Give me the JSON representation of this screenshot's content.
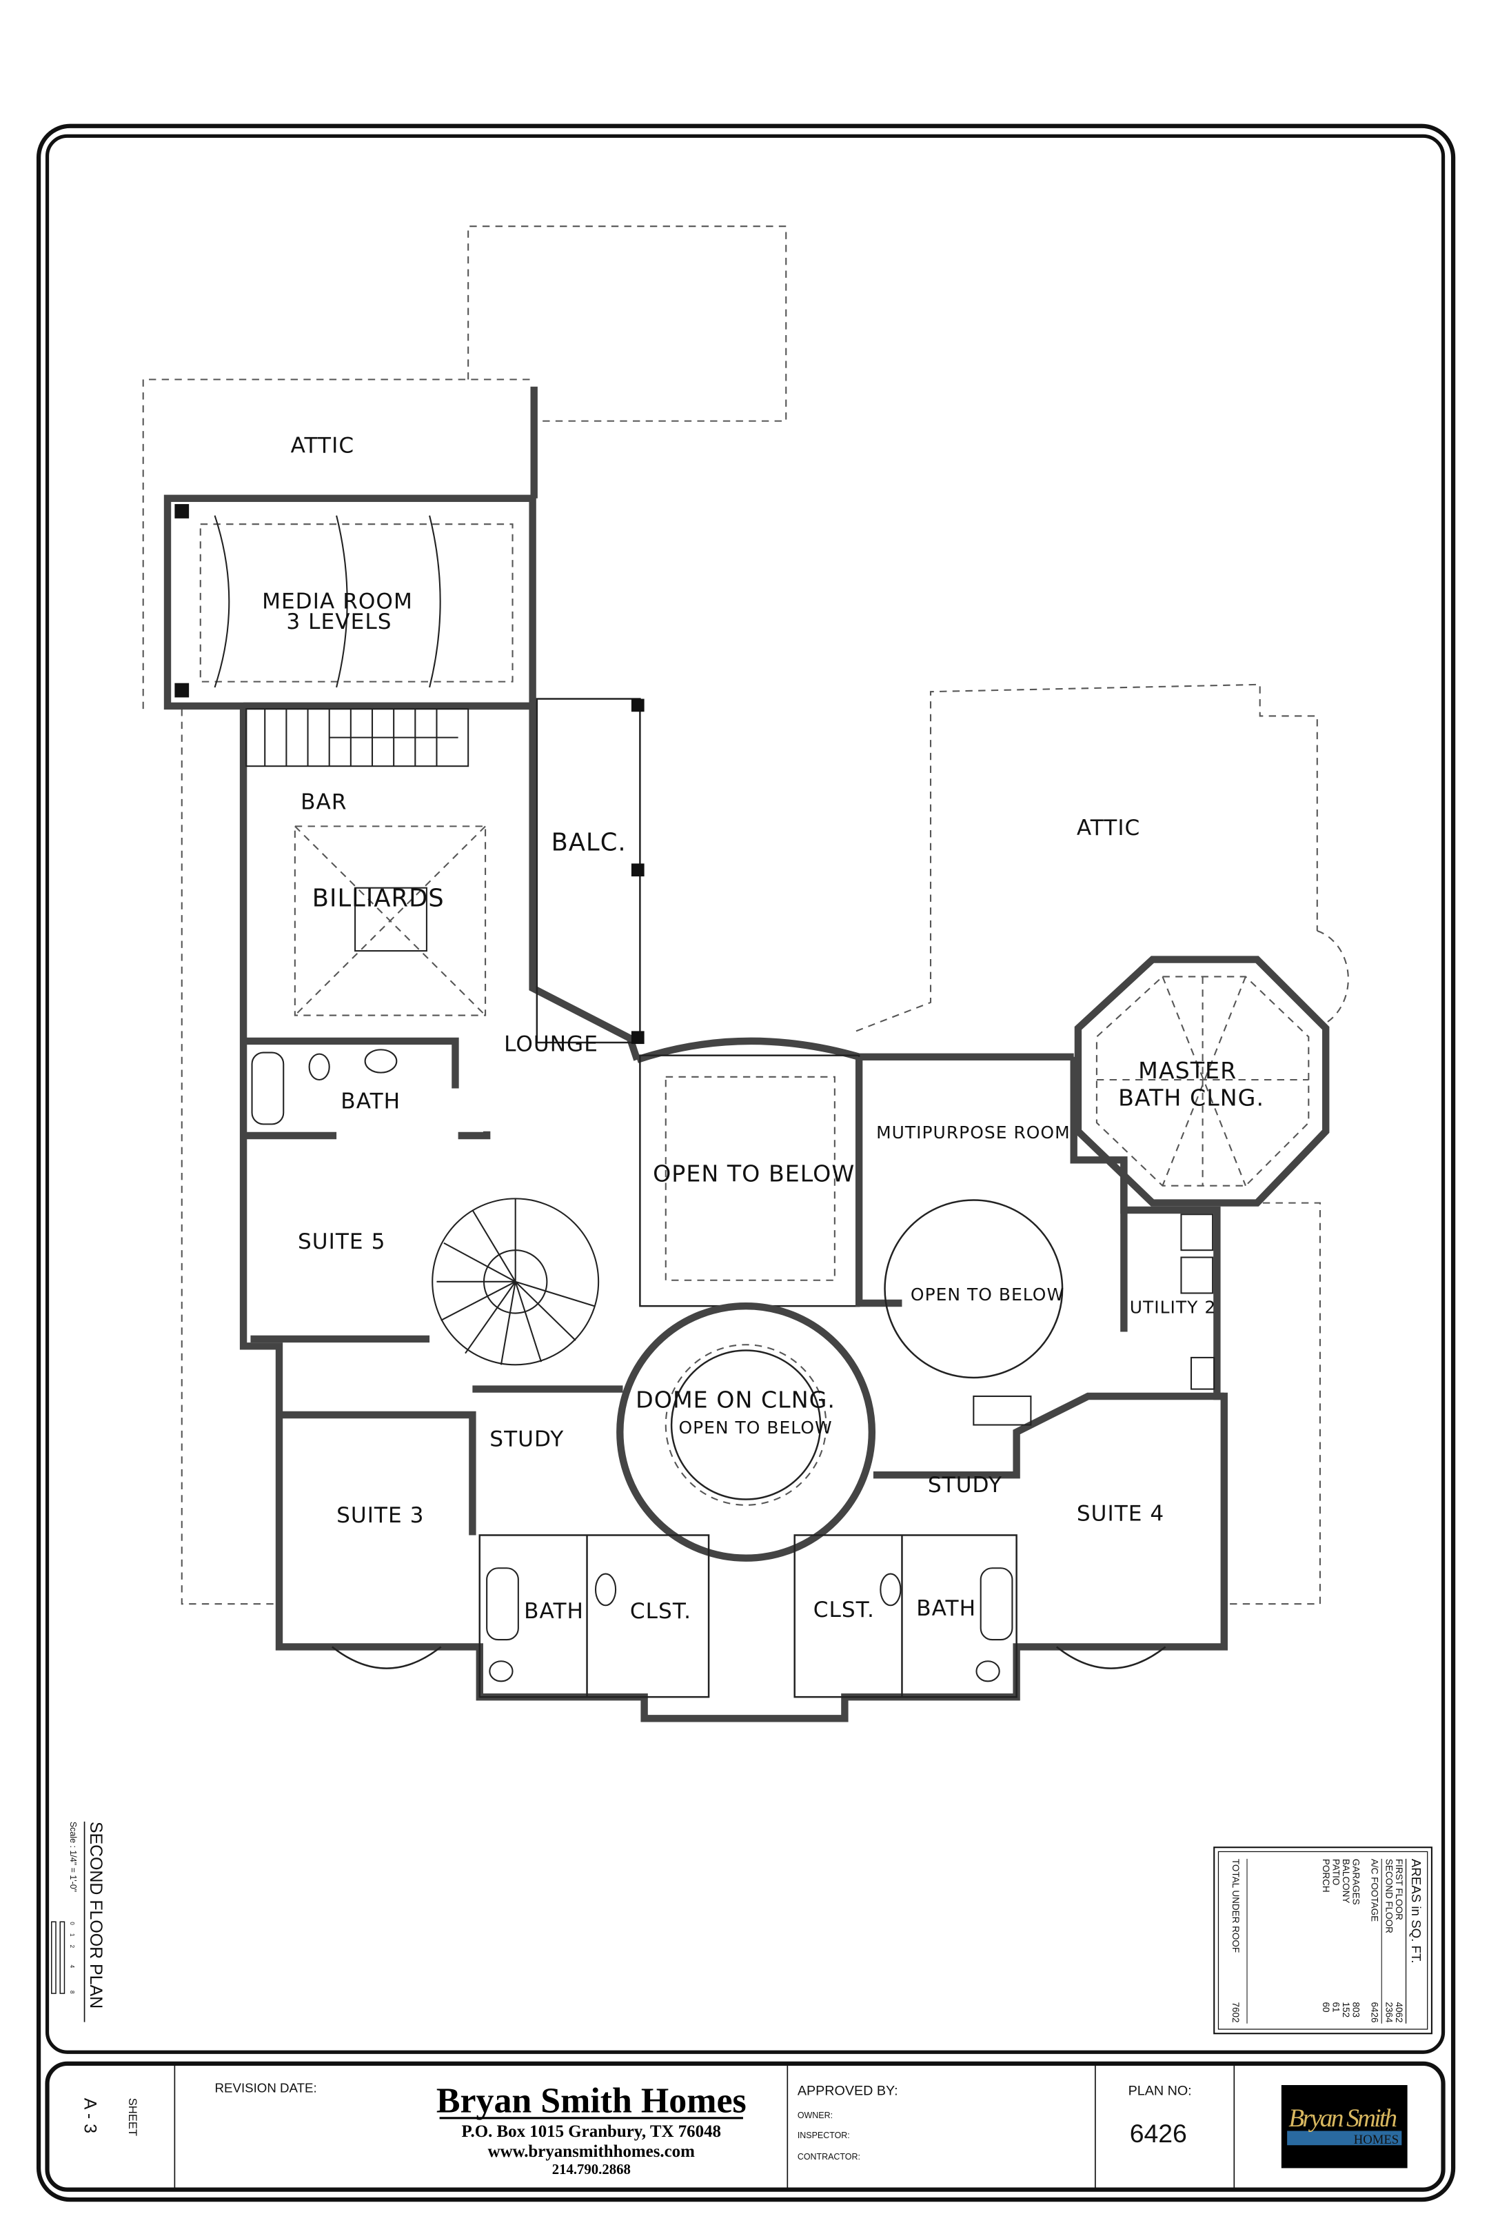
{
  "rooms": {
    "attic_top": "ATTIC",
    "media_room": "MEDIA ROOM",
    "media_levels": "3 LEVELS",
    "bar": "BAR",
    "billiards": "BILLIARDS",
    "balc": "BALC.",
    "lounge": "LOUNGE",
    "attic_right": "ATTIC",
    "master_bath_clng_1": "MASTER",
    "master_bath_clng_2": "BATH CLNG.",
    "multipurpose": "MUTIPURPOSE ROOM",
    "bath_upper": "BATH",
    "open_to_below_rect": "OPEN TO BELOW",
    "open_to_below_circle": "OPEN TO BELOW",
    "suite5": "SUITE 5",
    "utility2": "UTILITY 2",
    "dome": "DOME ON CLNG.",
    "dome_open": "OPEN TO BELOW",
    "study_left": "STUDY",
    "study_right": "STUDY",
    "suite3": "SUITE 3",
    "suite4": "SUITE 4",
    "bath_left": "BATH",
    "clst_left": "CLST.",
    "clst_right": "CLST.",
    "bath_right": "BATH"
  },
  "plan_label": {
    "title": "SECOND FLOOR PLAN",
    "scale": "Scale : 1/4\" = 1'-0\"",
    "scale_ticks": [
      "0",
      "1",
      "2",
      "4",
      "8"
    ]
  },
  "areas": {
    "title": "AREAS in SQ. FT.",
    "rows": [
      {
        "label": "FIRST FLOOR",
        "value": "4062"
      },
      {
        "label": "SECOND FLOOR",
        "value": "2364"
      },
      {
        "label": "A/C FOOTAGE",
        "value": "6426"
      },
      {
        "label": "GARAGES",
        "value": "803"
      },
      {
        "label": "BALCONY",
        "value": "152"
      },
      {
        "label": "PATIO",
        "value": "61"
      },
      {
        "label": "PORCH",
        "value": "60"
      },
      {
        "label": "TOTAL UNDER ROOF",
        "value": "7602"
      }
    ]
  },
  "title_block": {
    "sheet_label": "SHEET",
    "sheet_no": "A - 3",
    "revision_date_label": "REVISION DATE:",
    "company": "Bryan Smith Homes",
    "address": "P.O. Box 1015 Granbury, TX 76048",
    "website": "www.bryansmithhomes.com",
    "phone": "214.790.2868",
    "approved_by": "APPROVED BY:",
    "owner": "OWNER:",
    "inspector": "INSPECTOR:",
    "contractor": "CONTRACTOR:",
    "plan_no_label": "PLAN NO:",
    "plan_no": "6426",
    "logo_text_1": "Bryan Smith",
    "logo_text_2": "HOMES"
  },
  "colors": {
    "logo_bg": "#000000",
    "logo_gold": "#d9b860",
    "logo_blue": "#2a6aa0"
  }
}
